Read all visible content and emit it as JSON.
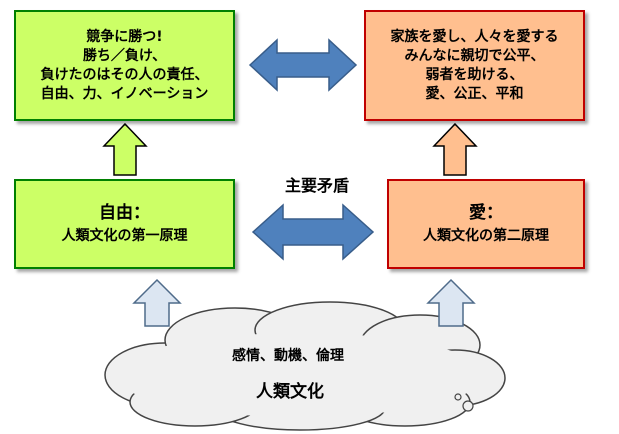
{
  "top_left_box": {
    "lines": [
      "競争に勝つ!",
      "勝ち／負け、",
      "負けたのはその人の責任、",
      "自由、力、イノベーション"
    ]
  },
  "top_right_box": {
    "lines": [
      "家族を愛し、人々を愛する",
      "みんなに親切で公平、",
      "弱者を助ける、",
      "愛、公正、平和"
    ]
  },
  "mid_left_box": {
    "title": "自由：",
    "subtitle": "人類文化の第一原理"
  },
  "mid_right_box": {
    "title": "愛：",
    "subtitle": "人類文化の第二原理"
  },
  "center_label": "主要矛盾",
  "cloud": {
    "line1": "感情、動機、倫理",
    "line2": "人類文化"
  },
  "colors": {
    "green_fill": "#ccff66",
    "green_border": "#008000",
    "orange_fill": "#ffbf8f",
    "orange_border": "#c00000",
    "blue_arrow": "#4f81bd",
    "blue_arrow_border": "#385d8a"
  }
}
